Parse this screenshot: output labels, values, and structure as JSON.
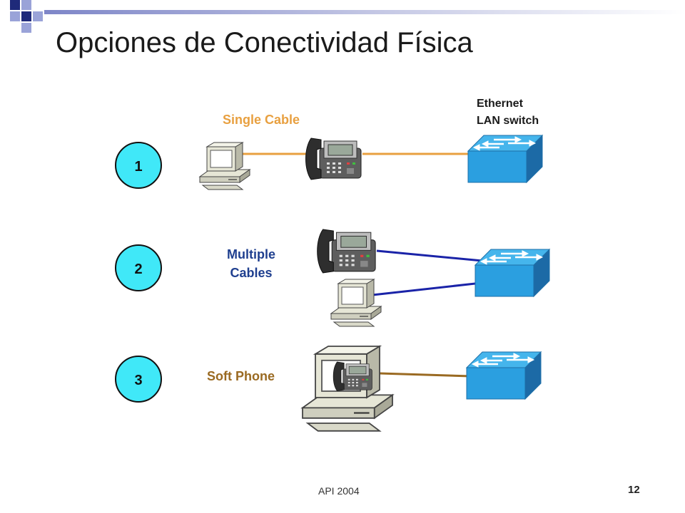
{
  "title": "Opciones de Conectividad Física",
  "options": [
    {
      "number": "1",
      "label": "Single Cable"
    },
    {
      "number": "2",
      "label_line1": "Multiple",
      "label_line2": "Cables"
    },
    {
      "number": "3",
      "label": "Soft Phone"
    }
  ],
  "switch_label_line1": "Ethernet",
  "switch_label_line2": "LAN switch",
  "footer": "API 2004",
  "page_number": "12",
  "colors": {
    "number_circle": "#40e8f8",
    "switch_body": "#2b9fe0",
    "orange_cable": "#e8a040",
    "blue_cable": "#1a23a8",
    "brown_cable": "#9a6a22",
    "accent_dark": "#1f2a7a",
    "accent_light": "#9aa3d8"
  }
}
